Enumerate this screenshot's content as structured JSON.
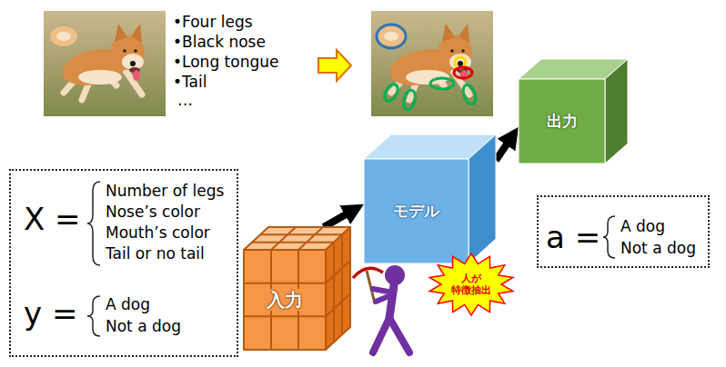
{
  "diagram": {
    "nodes": [
      {
        "text": [
          "X =",
          "Number of legs",
          "Nose’s color",
          "Mouth’s color",
          "Tail or no tail",
          "y =",
          "A dog",
          "Not a dog"
        ]
      },
      {
        "text": [
          "入力"
        ]
      },
      {
        "text": [
          "モデル"
        ]
      },
      {
        "text": [
          "人が 特徴抽出"
        ]
      },
      {
        "text": [
          "出力"
        ]
      },
      {
        "text": [
          "a =",
          "A dog",
          "Not a dog"
        ]
      }
    ],
    "edges": [
      {
        "from": 1,
        "to": 2,
        "arrow": "to"
      },
      {
        "from": 2,
        "to": 4,
        "arrow": "to"
      }
    ],
    "labels": [
      "•Four legs",
      "•Black nose",
      "•Long tongue",
      "•Tail",
      "…"
    ]
  }
}
